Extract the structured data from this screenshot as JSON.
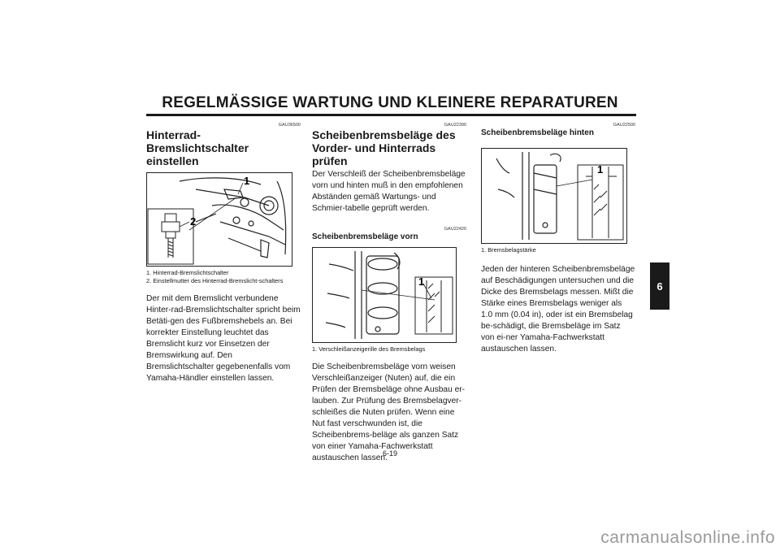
{
  "header": {
    "title": "REGELMÄSSIGE WARTUNG UND KLEINERE REPARATUREN"
  },
  "col1": {
    "code": "GAU36500",
    "heading": "Hinterrad-Bremslichtschalter einstellen",
    "figure_callouts": [
      "1",
      "2"
    ],
    "captions": [
      "1. Hinterrad-Bremslichtschalter",
      "2. Einstellmutter des Hinterrad-Bremslicht-schalters"
    ],
    "body": "Der mit dem Bremslicht verbundene Hinter-rad-Bremslichtschalter spricht beim Betäti-gen des Fußbremshebels an. Bei korrekter Einstellung leuchtet das Bremslicht kurz vor Einsetzen der Bremswirkung auf. Den Bremslichtschalter gegebenenfalls vom Yamaha-Händler einstellen lassen."
  },
  "col2": {
    "code": "GAU22390",
    "heading": "Scheibenbremsbeläge des Vorder- und Hinterrads prüfen",
    "intro": "Der Verschleiß der Scheibenbremsbeläge vorn und hinten muß in den empfohlenen Abständen gemäß Wartungs- und Schmier-tabelle geprüft werden.",
    "sub_code": "GAU22420",
    "subheading": "Scheibenbremsbeläge vorn",
    "figure_callouts": [
      "1"
    ],
    "captions": [
      "1. Verschleißanzeigerille des Bremsbelags"
    ],
    "body": "Die Scheibenbremsbeläge vorn weisen Verschleißanzeiger (Nuten) auf, die ein Prüfen der Bremsbeläge ohne Ausbau er-lauben. Zur Prüfung des Bremsbelagver-schleißes die Nuten prüfen. Wenn eine Nut fast verschwunden ist, die Scheibenbrems-beläge als ganzen Satz von einer Yamaha-Fachwerkstatt austauschen lassen."
  },
  "col3": {
    "code": "GAU22500",
    "subheading": "Scheibenbremsbeläge hinten",
    "figure_callouts": [
      "1"
    ],
    "captions": [
      "1. Bremsbelagstärke"
    ],
    "body": "Jeden der hinteren Scheibenbremsbeläge auf Beschädigungen untersuchen und die Dicke des Bremsbelags messen. Mißt die Stärke eines Bremsbelags weniger als 1.0 mm (0.04 in), oder ist ein Bremsbelag be-schädigt, die Bremsbeläge im Satz von ei-ner Yamaha-Fachwerkstatt austauschen lassen."
  },
  "side_tab": "6",
  "page_number": "6-19",
  "watermark": "carmanualsonline.info"
}
